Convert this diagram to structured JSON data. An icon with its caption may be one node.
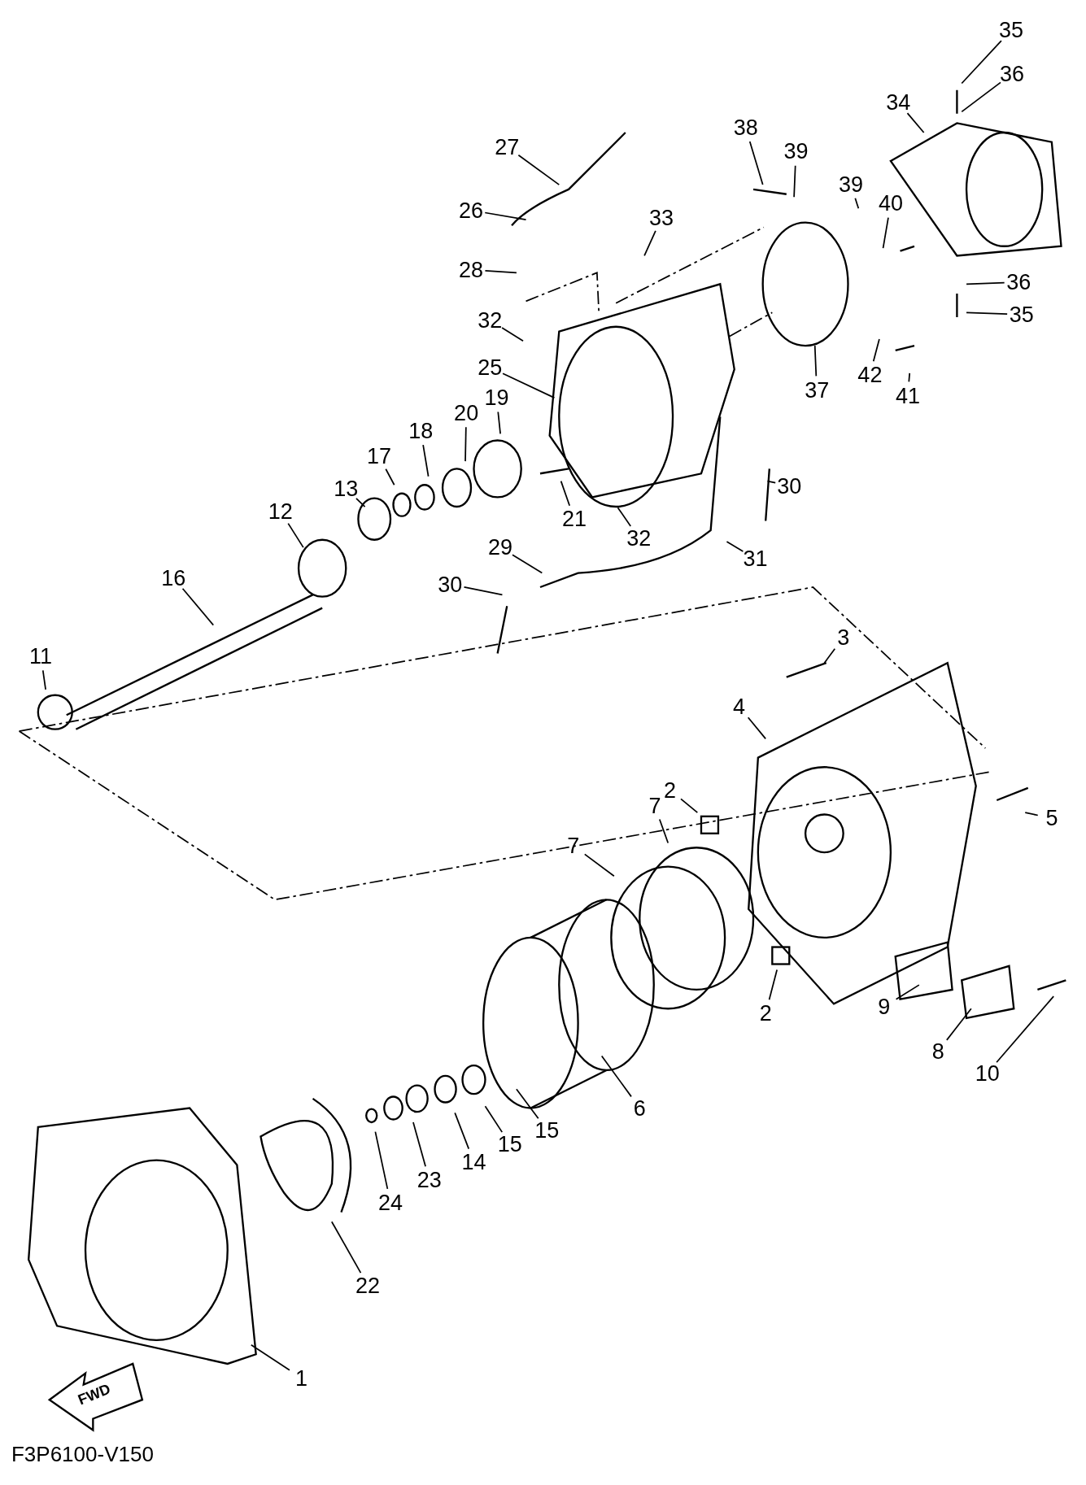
{
  "diagram": {
    "nodes": [
      {
        "text": [
          "35"
        ]
      },
      {
        "text": [
          "36"
        ]
      },
      {
        "text": [
          "34"
        ]
      },
      {
        "text": [
          "38"
        ]
      },
      {
        "text": [
          "39"
        ]
      },
      {
        "text": [
          "27"
        ]
      },
      {
        "text": [
          "39"
        ]
      },
      {
        "text": [
          "40"
        ]
      },
      {
        "text": [
          "26"
        ]
      },
      {
        "text": [
          "33"
        ]
      },
      {
        "text": [
          "28"
        ]
      },
      {
        "text": [
          "36"
        ]
      },
      {
        "text": [
          "35"
        ]
      },
      {
        "text": [
          "32"
        ]
      },
      {
        "text": [
          "25"
        ]
      },
      {
        "text": [
          "42"
        ]
      },
      {
        "text": [
          "41"
        ]
      },
      {
        "text": [
          "37"
        ]
      },
      {
        "text": [
          "19"
        ]
      },
      {
        "text": [
          "20"
        ]
      },
      {
        "text": [
          "18"
        ]
      },
      {
        "text": [
          "17"
        ]
      },
      {
        "text": [
          "30"
        ]
      },
      {
        "text": [
          "13"
        ]
      },
      {
        "text": [
          "12"
        ]
      },
      {
        "text": [
          "21"
        ]
      },
      {
        "text": [
          "32"
        ]
      },
      {
        "text": [
          "29"
        ]
      },
      {
        "text": [
          "31"
        ]
      },
      {
        "text": [
          "16"
        ]
      },
      {
        "text": [
          "30"
        ]
      },
      {
        "text": [
          "11"
        ]
      },
      {
        "text": [
          "3"
        ]
      },
      {
        "text": [
          "4"
        ]
      },
      {
        "text": [
          "2"
        ]
      },
      {
        "text": [
          "7"
        ]
      },
      {
        "text": [
          "5"
        ]
      },
      {
        "text": [
          "7"
        ]
      },
      {
        "text": [
          "9"
        ]
      },
      {
        "text": [
          "2"
        ]
      },
      {
        "text": [
          "8"
        ]
      },
      {
        "text": [
          "10"
        ]
      },
      {
        "text": [
          "6"
        ]
      },
      {
        "text": [
          "15"
        ]
      },
      {
        "text": [
          "15"
        ]
      },
      {
        "text": [
          "14"
        ]
      },
      {
        "text": [
          "23"
        ]
      },
      {
        "text": [
          "24"
        ]
      },
      {
        "text": [
          "22"
        ]
      },
      {
        "text": [
          "1"
        ]
      }
    ],
    "edges": [
      {
        "from": 0,
        "to": null,
        "arrow": "none"
      },
      {
        "from": 1,
        "to": null,
        "arrow": "none"
      },
      {
        "from": 2,
        "to": null,
        "arrow": "none"
      },
      {
        "from": 3,
        "to": null,
        "arrow": "none"
      },
      {
        "from": 4,
        "to": null,
        "arrow": "none"
      },
      {
        "from": 5,
        "to": null,
        "arrow": "none"
      },
      {
        "from": 6,
        "to": null,
        "arrow": "none"
      },
      {
        "from": 7,
        "to": null,
        "arrow": "none"
      },
      {
        "from": 8,
        "to": null,
        "arrow": "none"
      },
      {
        "from": 9,
        "to": null,
        "arrow": "none"
      },
      {
        "from": 10,
        "to": null,
        "arrow": "none"
      },
      {
        "from": 11,
        "to": null,
        "arrow": "none"
      },
      {
        "from": 12,
        "to": null,
        "arrow": "none"
      },
      {
        "from": 13,
        "to": null,
        "arrow": "none"
      },
      {
        "from": 14,
        "to": null,
        "arrow": "none"
      },
      {
        "from": 15,
        "to": null,
        "arrow": "none"
      },
      {
        "from": 16,
        "to": null,
        "arrow": "none"
      },
      {
        "from": 17,
        "to": null,
        "arrow": "none"
      },
      {
        "from": 18,
        "to": null,
        "arrow": "none"
      },
      {
        "from": 19,
        "to": null,
        "arrow": "none"
      },
      {
        "from": 20,
        "to": null,
        "arrow": "none"
      },
      {
        "from": 21,
        "to": null,
        "arrow": "none"
      },
      {
        "from": 22,
        "to": null,
        "arrow": "none"
      },
      {
        "from": 23,
        "to": null,
        "arrow": "none"
      },
      {
        "from": 24,
        "to": null,
        "arrow": "none"
      },
      {
        "from": 25,
        "to": null,
        "arrow": "none"
      },
      {
        "from": 26,
        "to": null,
        "arrow": "none"
      },
      {
        "from": 27,
        "to": null,
        "arrow": "none"
      },
      {
        "from": 28,
        "to": null,
        "arrow": "none"
      },
      {
        "from": 29,
        "to": null,
        "arrow": "none"
      },
      {
        "from": 30,
        "to": null,
        "arrow": "none"
      },
      {
        "from": 31,
        "to": null,
        "arrow": "none"
      },
      {
        "from": 32,
        "to": null,
        "arrow": "none"
      },
      {
        "from": 33,
        "to": null,
        "arrow": "none"
      },
      {
        "from": 34,
        "to": null,
        "arrow": "none"
      },
      {
        "from": 35,
        "to": null,
        "arrow": "none"
      },
      {
        "from": 36,
        "to": null,
        "arrow": "none"
      },
      {
        "from": 37,
        "to": null,
        "arrow": "none"
      },
      {
        "from": 38,
        "to": null,
        "arrow": "none"
      },
      {
        "from": 39,
        "to": null,
        "arrow": "none"
      },
      {
        "from": 40,
        "to": null,
        "arrow": "none"
      },
      {
        "from": 41,
        "to": null,
        "arrow": "none"
      },
      {
        "from": 42,
        "to": null,
        "arrow": "none"
      },
      {
        "from": 43,
        "to": null,
        "arrow": "none"
      },
      {
        "from": 44,
        "to": null,
        "arrow": "none"
      },
      {
        "from": 45,
        "to": null,
        "arrow": "none"
      },
      {
        "from": 46,
        "to": null,
        "arrow": "none"
      },
      {
        "from": 47,
        "to": null,
        "arrow": "none"
      },
      {
        "from": 48,
        "to": null,
        "arrow": "none"
      },
      {
        "from": 49,
        "to": null,
        "arrow": "none"
      }
    ],
    "labels": [
      "FWD",
      "F3P6100-V150"
    ]
  }
}
